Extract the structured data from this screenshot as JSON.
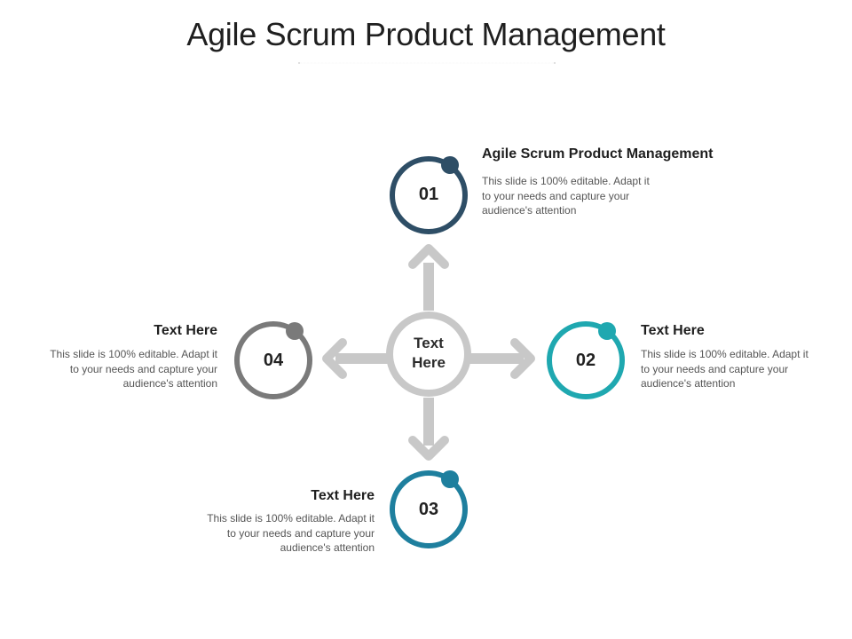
{
  "title": "Agile Scrum Product Management",
  "center": {
    "line1": "Text",
    "line2": "Here"
  },
  "items": [
    {
      "number": "01",
      "heading": "Agile Scrum Product Management",
      "desc": "This slide is 100% editable. Adapt it to your needs and capture your audience's attention",
      "color": "#2e4e66"
    },
    {
      "number": "02",
      "heading": "Text Here",
      "desc": "This slide is 100% editable. Adapt it to your needs and capture your audience's attention",
      "color": "#1fa8b0"
    },
    {
      "number": "03",
      "heading": "Text Here",
      "desc": "This slide is 100% editable. Adapt it to your needs and capture your audience's attention",
      "color": "#1e7f9e"
    },
    {
      "number": "04",
      "heading": "Text Here",
      "desc": "This slide is 100% editable. Adapt it to your needs and capture your audience's attention",
      "color": "#7a7a7a"
    }
  ],
  "colors": {
    "arrow": "#c8c8c8",
    "center_ring": "#c8c8c8",
    "divider": "#dddddd"
  }
}
